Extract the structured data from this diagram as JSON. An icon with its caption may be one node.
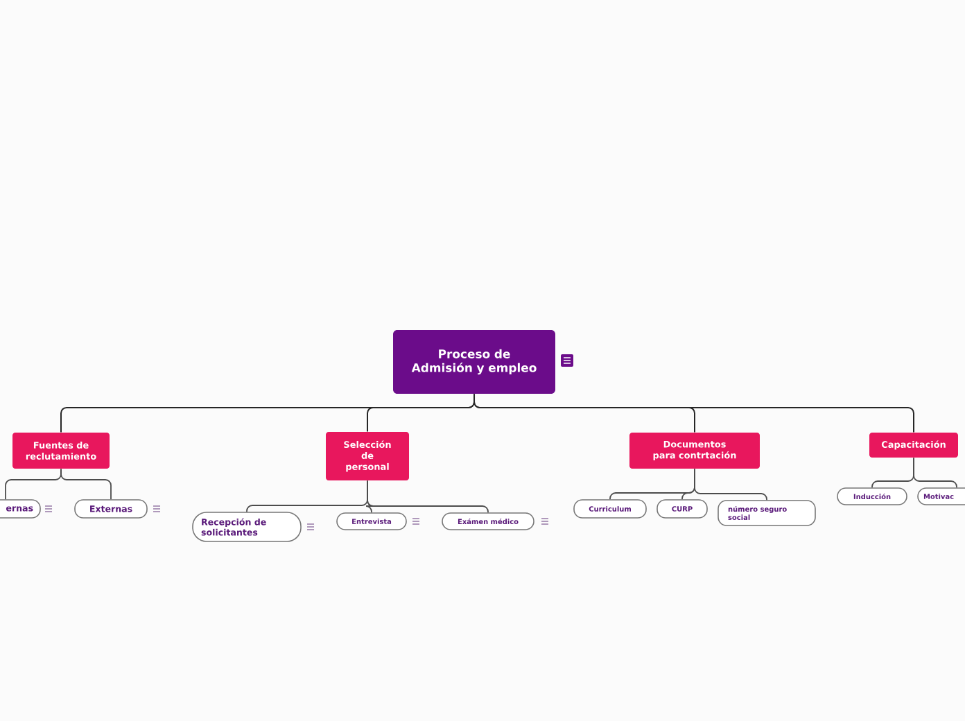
{
  "diagram": {
    "nodes": [
      {
        "text": [
          "Proceso de Admisión y empleo"
        ]
      },
      {
        "text": [
          "Fuentes de reclutamiento"
        ]
      },
      {
        "text": [
          "Selección de personal"
        ]
      },
      {
        "text": [
          "Documentos para contrtación"
        ]
      },
      {
        "text": [
          "Capacitación"
        ]
      },
      {
        "text": [
          "ernas"
        ]
      },
      {
        "text": [
          "Externas"
        ]
      },
      {
        "text": [
          "Recepción de solicitantes"
        ]
      },
      {
        "text": [
          "Entrevista"
        ]
      },
      {
        "text": [
          "Exámen médico"
        ]
      },
      {
        "text": [
          "Curriculum"
        ]
      },
      {
        "text": [
          "CURP"
        ]
      },
      {
        "text": [
          "número seguro social"
        ]
      },
      {
        "text": [
          "Inducción"
        ]
      },
      {
        "text": [
          "Motivac"
        ]
      }
    ],
    "edges": [
      {
        "from": 0,
        "to": 1,
        "arrow": "none"
      },
      {
        "from": 0,
        "to": 2,
        "arrow": "none"
      },
      {
        "from": 0,
        "to": 3,
        "arrow": "none"
      },
      {
        "from": 0,
        "to": 4,
        "arrow": "none"
      },
      {
        "from": 1,
        "to": 5,
        "arrow": "none"
      },
      {
        "from": 1,
        "to": 6,
        "arrow": "none"
      },
      {
        "from": 2,
        "to": 7,
        "arrow": "none"
      },
      {
        "from": 2,
        "to": 8,
        "arrow": "none"
      },
      {
        "from": 2,
        "to": 9,
        "arrow": "none"
      },
      {
        "from": 3,
        "to": 10,
        "arrow": "none"
      },
      {
        "from": 3,
        "to": 11,
        "arrow": "none"
      },
      {
        "from": 3,
        "to": 12,
        "arrow": "none"
      },
      {
        "from": 4,
        "to": 13,
        "arrow": "none"
      },
      {
        "from": 4,
        "to": 14,
        "arrow": "none"
      }
    ]
  }
}
